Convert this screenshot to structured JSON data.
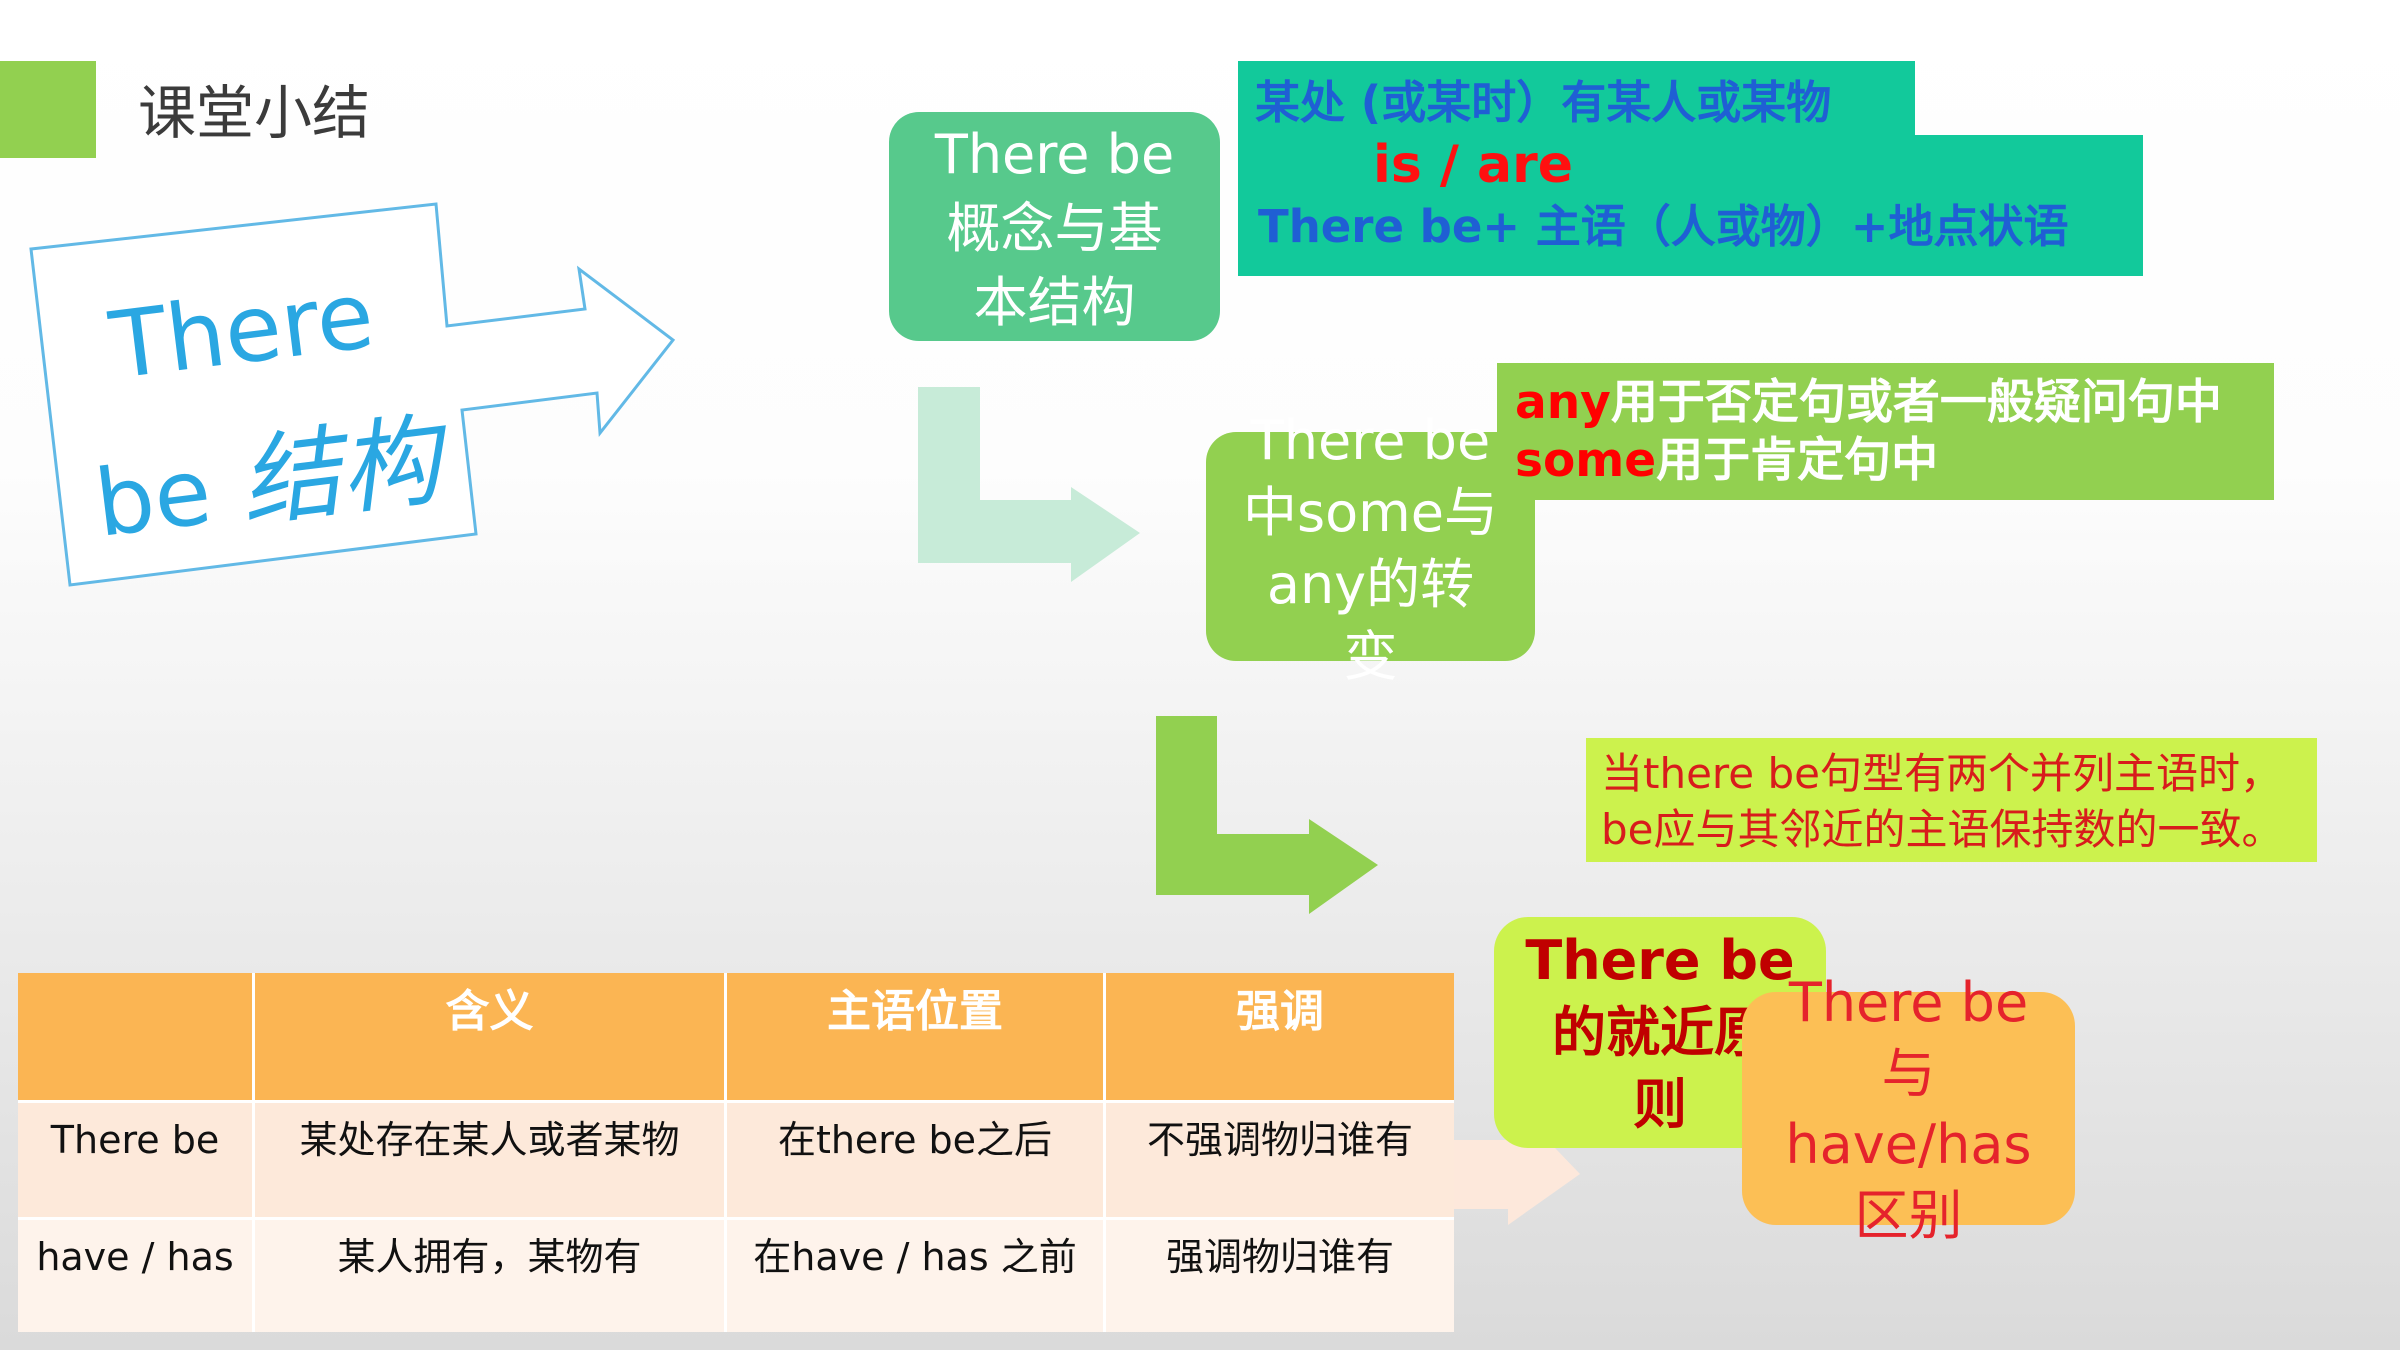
{
  "slide_title": "课堂小结",
  "topic": {
    "line1": "There",
    "line2_latin": "be",
    "line2_cjk": "结构"
  },
  "nodes": {
    "concept": {
      "lines": [
        "There be",
        "概念与基",
        "本结构"
      ]
    },
    "some_any": {
      "lines": [
        "There be",
        "中some与",
        "any的转",
        "变"
      ]
    },
    "proximity": {
      "lines": [
        "There be",
        "的就近原",
        "则"
      ]
    },
    "vs_have": {
      "lines": [
        "There be",
        "与",
        "have/has",
        "区别"
      ]
    }
  },
  "notes": {
    "concept": {
      "meaning": "某处 (或某时）有某人或某物",
      "verb": "is / are",
      "structure": "There be+ 主语（人或物）+地点状语"
    },
    "some_any": [
      {
        "keyword": "any",
        "text": "用于否定句或者一般疑问句中"
      },
      {
        "keyword": "some",
        "text": "用于肯定句中"
      }
    ],
    "proximity": [
      "当there be句型有两个并列主语时，",
      "be应与其邻近的主语保持数的一致。"
    ]
  },
  "table": {
    "headers": [
      "",
      "含义",
      "主语位置",
      "强调"
    ],
    "rows": [
      [
        "There be",
        "某处存在某人或者某物",
        "在there be之后",
        "不强调物归谁有"
      ],
      [
        "have / has",
        "某人拥有，某物有",
        "在have / has 之前",
        "强调物归谁有"
      ]
    ]
  },
  "colors": {
    "accent_green": "#92d050",
    "concept_green": "#57c98c",
    "teal": "#12c99b",
    "lime": "#ccf24d",
    "orange": "#fcbf55",
    "table_header": "#fbb553",
    "topic_blue": "#2aa7e2",
    "keyword_red": "#ff0000",
    "dark_red": "#c00000"
  }
}
